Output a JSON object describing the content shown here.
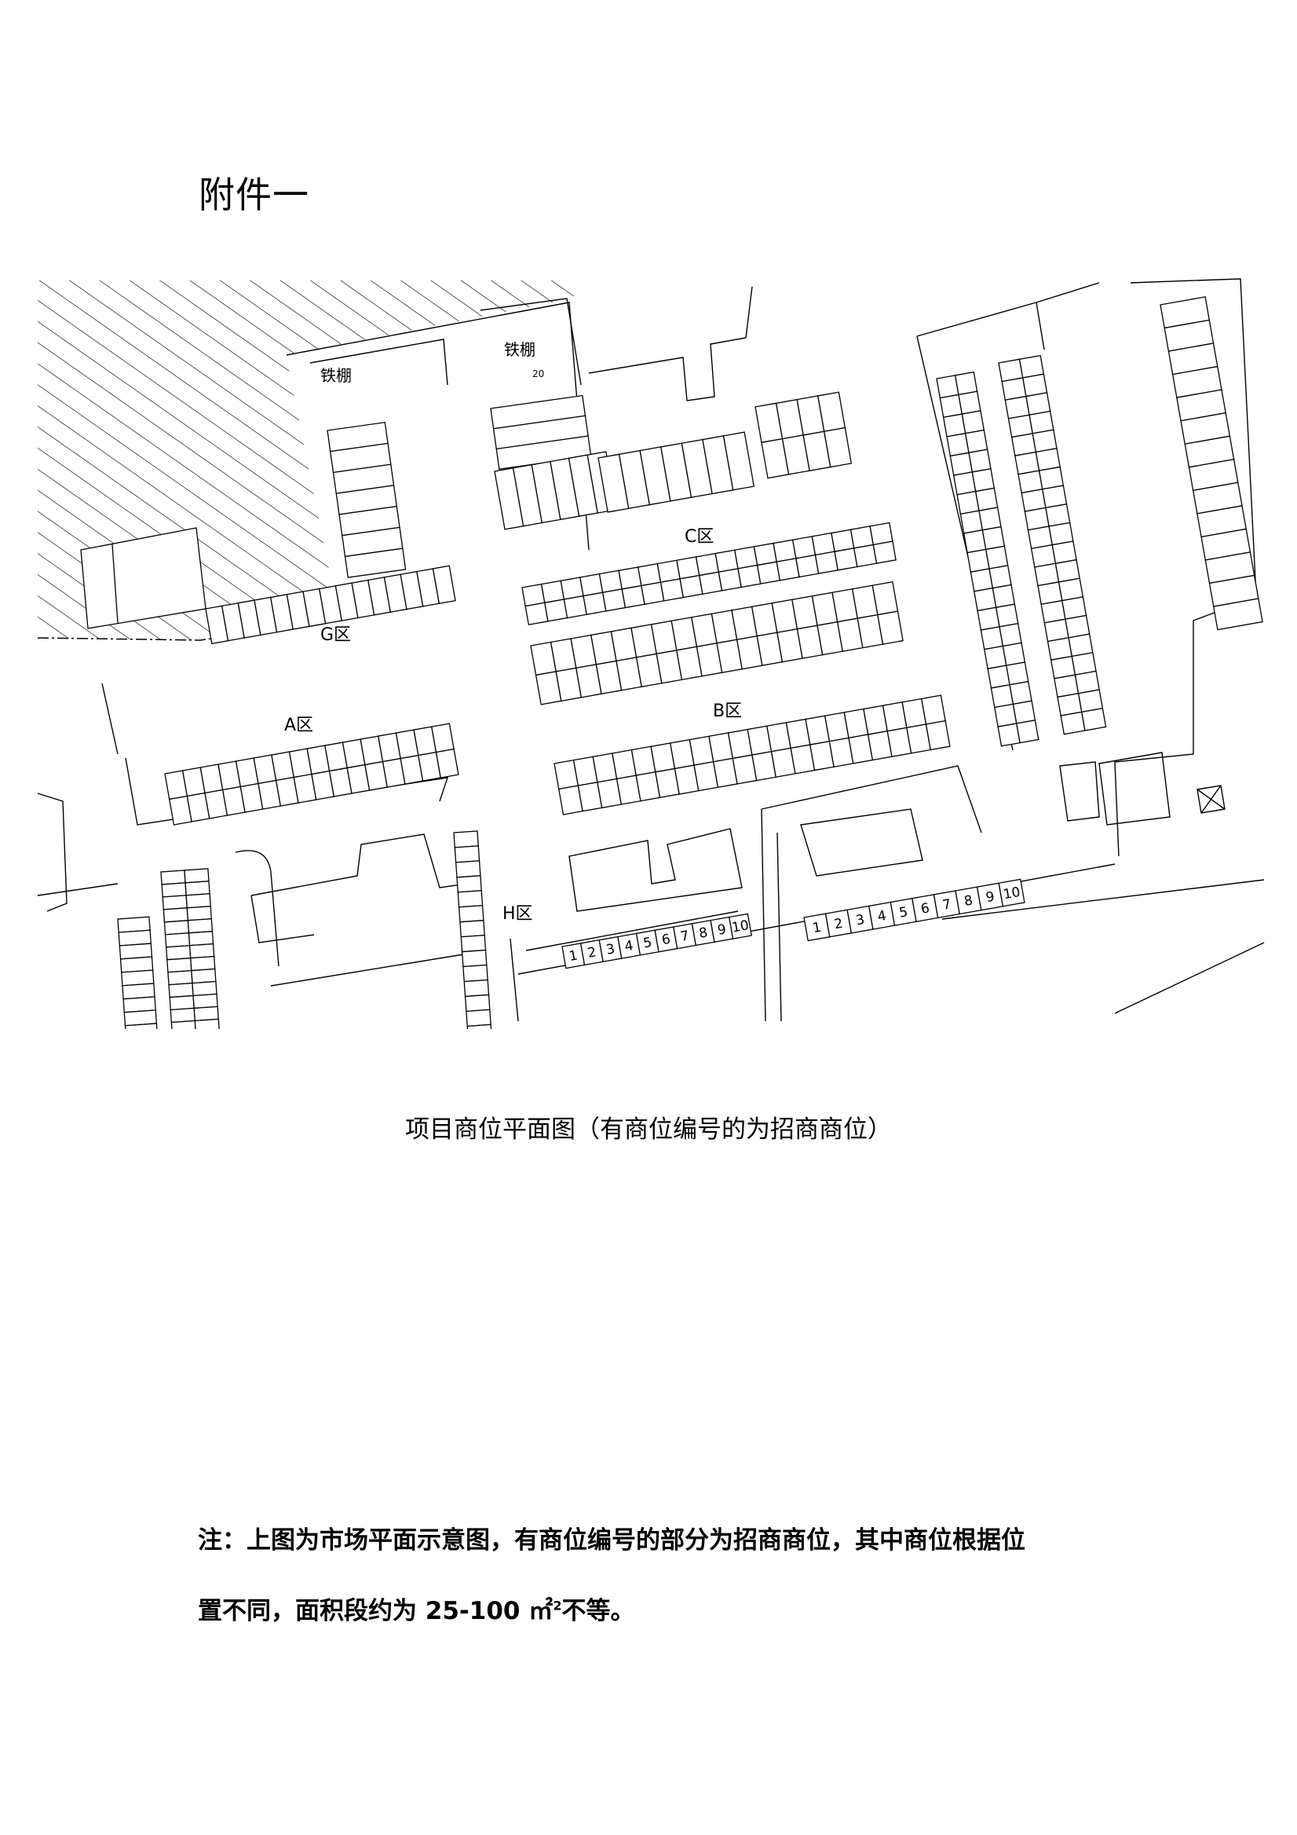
{
  "document": {
    "title": "附件一",
    "caption": "项目商位平面图（有商位编号的为招商商位）",
    "note_line1": "注：上图为市场平面示意图，有商位编号的部分为招商商位，其中商位根据位",
    "note_line2_prefix": "置不同，面积段约为 25-100 ㎡",
    "note_line2_suffix": "不等。"
  },
  "plan": {
    "zones": {
      "a": "A区",
      "b": "B区",
      "c": "C区",
      "g": "G区",
      "h": "H区"
    },
    "buildings": {
      "shed_left": "铁棚",
      "shed_right": "铁棚"
    },
    "dimension_20": "20",
    "stalls_row_left": [
      "1",
      "2",
      "3",
      "4",
      "5",
      "6",
      "7",
      "8",
      "9",
      "10"
    ],
    "stalls_row_right": [
      "1",
      "2",
      "3",
      "4",
      "5",
      "6",
      "7",
      "8",
      "9",
      "10"
    ]
  }
}
